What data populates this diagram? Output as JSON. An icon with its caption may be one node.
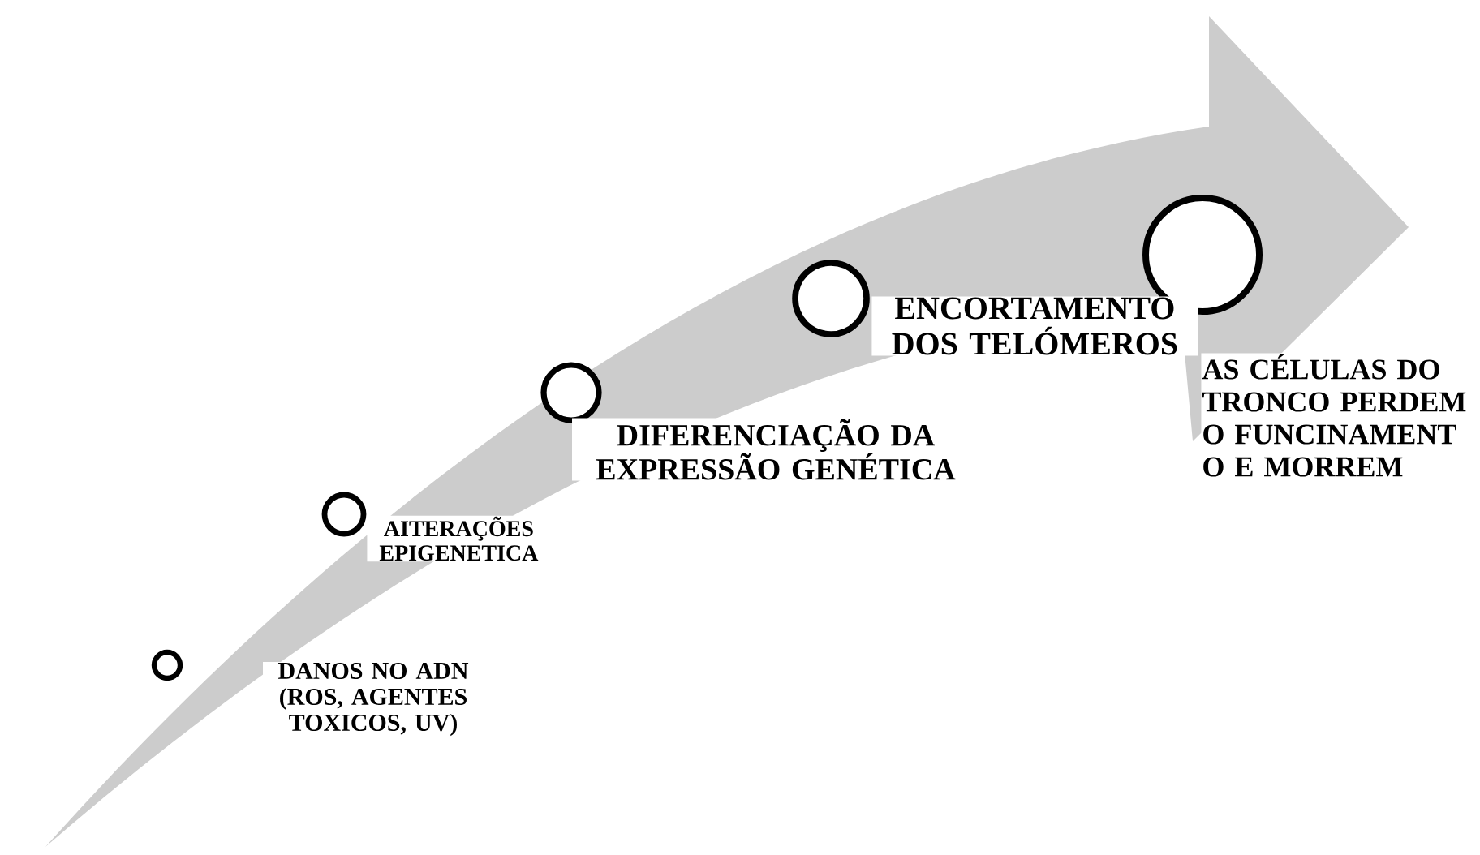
{
  "diagram": {
    "nodes": [
      {
        "text": [],
        "shape": "circle"
      },
      {
        "text": [],
        "shape": "circle"
      },
      {
        "text": [],
        "shape": "circle"
      },
      {
        "text": [],
        "shape": "circle"
      },
      {
        "text": [],
        "shape": "circle"
      }
    ],
    "labels": [
      "DANOS NO ADN (ROS, AGENTES TOXICOS, UV)",
      "AITERAÇÕES EPIGENETICA",
      "DIFERENCIAÇÃO DA EXPRESSÃO GENÉTICA",
      "ENCORTAMENTO DOS TELÓMEROS",
      "AS CÉLULAS DO TRONCO PERDEM O FUNCINAMENT O E MORREM"
    ]
  }
}
